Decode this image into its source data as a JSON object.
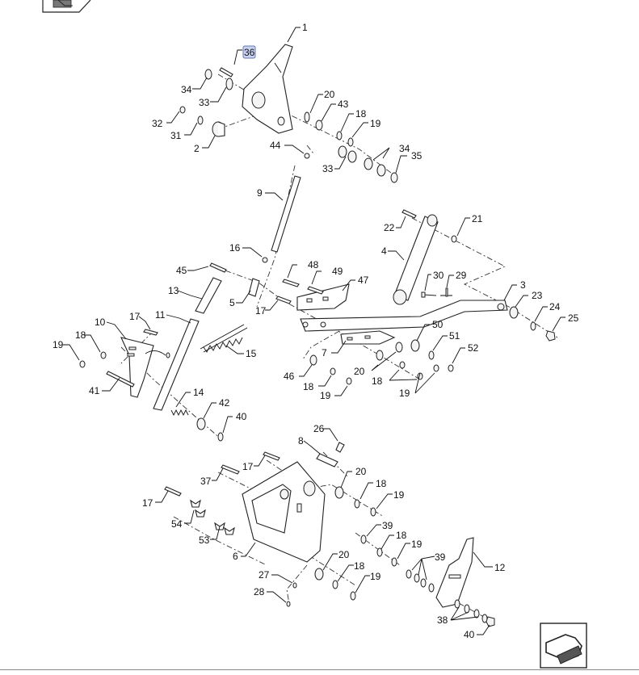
{
  "callouts": {
    "c1": "1",
    "c36": "36",
    "c34a": "34",
    "c33a": "33",
    "c32": "32",
    "c31": "31",
    "c2": "2",
    "c20a": "20",
    "c43": "43",
    "c18a": "18",
    "c19a": "19",
    "c44": "44",
    "c34b": "34",
    "c35": "35",
    "c33b": "33",
    "c9": "9",
    "c22": "22",
    "c21": "21",
    "c4": "4",
    "c16": "16",
    "c45": "45",
    "c48": "48",
    "c49": "49",
    "c47": "47",
    "c30": "30",
    "c29": "29",
    "c3": "3",
    "c23": "23",
    "c24": "24",
    "c25": "25",
    "c13": "13",
    "c5": "5",
    "c17a": "17",
    "c11": "11",
    "c10": "10",
    "c17b": "17",
    "c18b": "18",
    "c19b": "19",
    "c15": "15",
    "c50": "50",
    "c7": "7",
    "c51": "51",
    "c52": "52",
    "c20b": "20",
    "c18c": "18",
    "c46": "46",
    "c18d": "18",
    "c19c": "19",
    "c19d": "19",
    "c41": "41",
    "c14": "14",
    "c42": "42",
    "c40a": "40",
    "c26": "26",
    "c8": "8",
    "c17c": "17",
    "c20c": "20",
    "c37": "37",
    "c18e": "18",
    "c19e": "19",
    "c17d": "17",
    "c54": "54",
    "c53": "53",
    "c39a": "39",
    "c18f": "18",
    "c19f": "19",
    "c39b": "39",
    "c6": "6",
    "c20d": "20",
    "c18g": "18",
    "c19g": "19",
    "c12": "12",
    "c27": "27",
    "c28": "28",
    "c38": "38",
    "c40b": "40"
  },
  "highlighted_callout": "36",
  "colors": {
    "highlight": "#c9d4f4",
    "line": "#222222"
  },
  "icons": {
    "top_left": "parts-catalog-icon",
    "bottom_right": "next-page-arrow-icon"
  }
}
